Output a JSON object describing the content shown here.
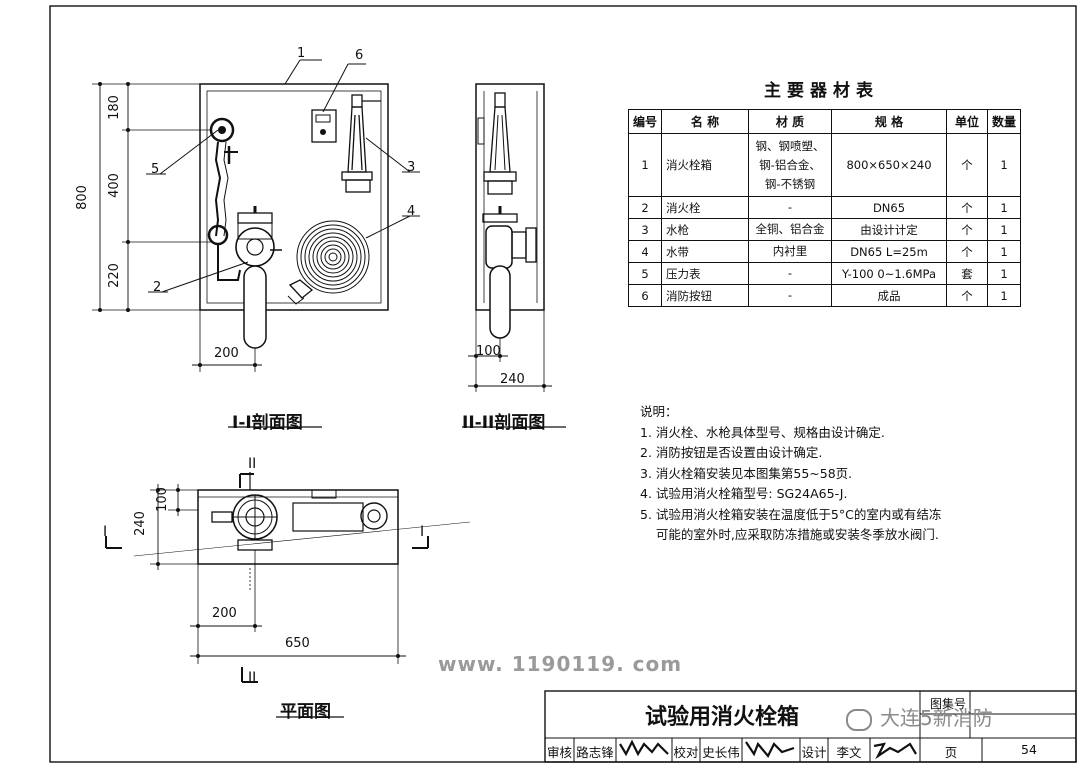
{
  "drawing": {
    "section_1_title": "I-I剖面图",
    "section_2_title": "II-II剖面图",
    "plan_title": "平面图",
    "section_1_dims": {
      "height_total": "800",
      "top": "180",
      "middle": "400",
      "bottom": "220",
      "width": "200"
    },
    "section_1_labels": [
      "1",
      "2",
      "3",
      "4",
      "5",
      "6"
    ],
    "section_2_dims": {
      "offset": "100",
      "depth": "240"
    },
    "plan_dims": {
      "depth": "240",
      "offset": "100",
      "width": "200",
      "total": "650"
    },
    "plan_markers": {
      "cut_1": "I",
      "cut_2": "II"
    }
  },
  "table": {
    "title": "主要器材表",
    "headers": [
      "编号",
      "名 称",
      "材 质",
      "规 格",
      "单位",
      "数量"
    ],
    "rows": [
      {
        "no": "1",
        "name": "消火栓箱",
        "material": [
          "钢、钢喷塑、",
          "钢-铝合金、",
          "钢-不锈钢"
        ],
        "spec": "800×650×240",
        "unit": "个",
        "qty": "1"
      },
      {
        "no": "2",
        "name": "消火栓",
        "material": [
          "-"
        ],
        "spec": "DN65",
        "unit": "个",
        "qty": "1"
      },
      {
        "no": "3",
        "name": "水枪",
        "material": [
          "全铜、铝合金"
        ],
        "spec": "由设计计定",
        "unit": "个",
        "qty": "1"
      },
      {
        "no": "4",
        "name": "水带",
        "material": [
          "内衬里"
        ],
        "spec": "DN65   L=25m",
        "unit": "个",
        "qty": "1"
      },
      {
        "no": "5",
        "name": "压力表",
        "material": [
          "-"
        ],
        "spec": "Y-100  0~1.6MPa",
        "unit": "套",
        "qty": "1"
      },
      {
        "no": "6",
        "name": "消防按钮",
        "material": [
          "-"
        ],
        "spec": "成品",
        "unit": "个",
        "qty": "1"
      }
    ]
  },
  "notes": {
    "heading": "说明：",
    "items": [
      "1.  消火栓、水枪具体型号、规格由设计确定.",
      "2.  消防按钮是否设置由设计确定.",
      "3.  消火栓箱安装见本图集第55~58页.",
      "4.  试验用消火栓箱型号: SG24A65-J.",
      "5.  试验用消火栓箱安装在温度低于5°C的室内或有结冻",
      "    可能的室外时,应采取防冻措施或安装冬季放水阀门."
    ]
  },
  "watermark": {
    "url_text": "www. 1190119. com",
    "brand": "大连5新消防"
  },
  "title_block": {
    "title": "试验用消火栓箱",
    "figure_label": "图集号",
    "review_label": "审核",
    "reviewer": "路志锋",
    "check_label": "校对",
    "checker": "史长伟",
    "design_label": "设计",
    "designer": "李文",
    "page_label": "页",
    "page_no": "54"
  },
  "colors": {
    "ink": "#111111",
    "paper": "#ffffff",
    "watermark": "#9a9a9a"
  }
}
